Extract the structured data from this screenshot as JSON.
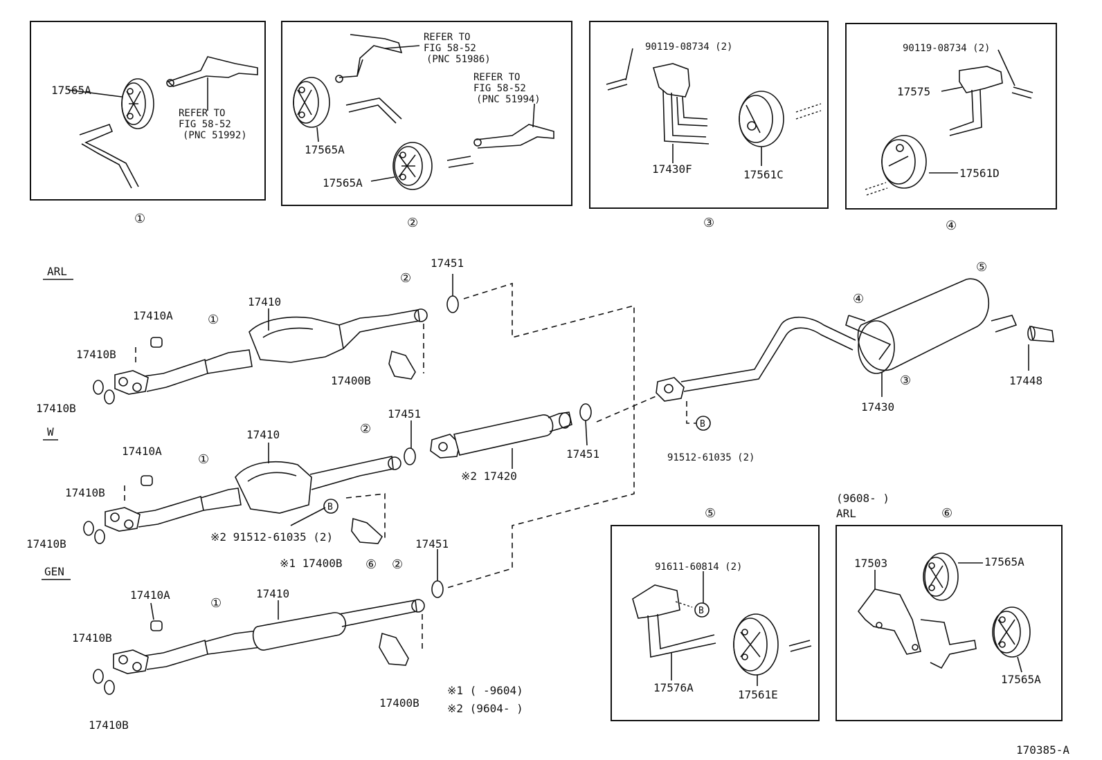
{
  "insets": {
    "i1": {
      "part": "17565A",
      "refer1": "REFER TO",
      "refer2": "FIG 58-52",
      "refer3": "(PNC 51992)",
      "num": "①"
    },
    "i2": {
      "refer_a1": "REFER TO",
      "refer_a2": "FIG 58-52",
      "refer_a3": "(PNC 51986)",
      "refer_b1": "REFER TO",
      "refer_b2": "FIG 58-52",
      "refer_b3": "(PNC 51994)",
      "part_a": "17565A",
      "part_b": "17565A",
      "num": "②"
    },
    "i3": {
      "bolt": "90119-08734 (2)",
      "hanger": "17430F",
      "cushion": "17561C",
      "num": "③"
    },
    "i4": {
      "bolt": "90119-08734 (2)",
      "hanger": "17575",
      "cushion": "17561D",
      "num": "④"
    },
    "i5": {
      "bolt": "91611-60814 (2)",
      "b": "B",
      "hanger": "17576A",
      "cushion": "17561E",
      "num": "⑤"
    },
    "i6": {
      "range": "(9608-      )",
      "model": "ARL",
      "bracket": "17503",
      "cushion_a": "17565A",
      "cushion_b": "17565A",
      "num": "⑥"
    }
  },
  "main": {
    "arl": {
      "tag": "ARL",
      "pipe": "17410",
      "gasket_a": "17410A",
      "gasket_b1": "17410B",
      "gasket_b2": "17410B",
      "bracket": "17400B",
      "ring": "17451",
      "c1": "①",
      "c2": "②"
    },
    "w": {
      "tag": "W",
      "pipe": "17410",
      "gasket_a": "17410A",
      "gasket_b1": "17410B",
      "gasket_b2": "17410B",
      "bolt_note": "※2 91512-61035 (2)",
      "b": "B",
      "bracket": "※1 17400B",
      "c6": "⑥",
      "ring": "17451",
      "c1": "①",
      "c2": "②"
    },
    "gen": {
      "tag": "GEN",
      "pipe": "17410",
      "gasket_a": "17410A",
      "gasket_b1": "17410B",
      "gasket_b2": "17410B",
      "bracket": "17400B",
      "ring": "17451",
      "c1": "①",
      "c2": "②"
    },
    "center": {
      "pipe": "※2 17420",
      "ring": "17451"
    },
    "tail": {
      "bolt": "91512-61035 (2)",
      "b": "B",
      "muffler": "17430",
      "tip": "17448",
      "c3": "③",
      "c4": "④",
      "c5": "⑤"
    },
    "notes": {
      "n1": "※1 (     -9604)",
      "n2": "※2 (9604-      )"
    },
    "figure_id": "170385-A"
  }
}
